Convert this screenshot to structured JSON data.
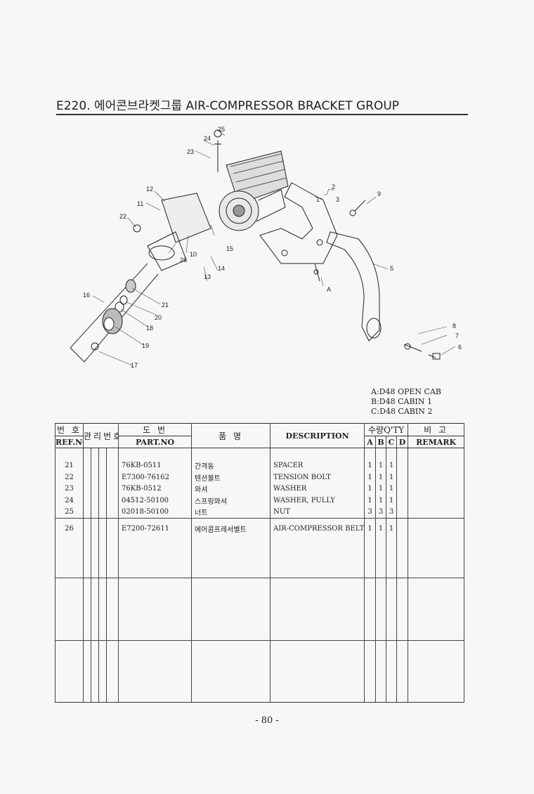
{
  "header": {
    "title": "E220. 에어콘브라켓그룹 AIR-COMPRESSOR BRACKET GROUP"
  },
  "diagram": {
    "callouts": [
      "25",
      "24",
      "23",
      "12",
      "11",
      "22",
      "2",
      "1",
      "3",
      "9",
      "10",
      "26",
      "15",
      "14",
      "13",
      "16",
      "21",
      "20",
      "18",
      "19",
      "17",
      "5",
      "A",
      "8",
      "7",
      "6"
    ]
  },
  "variants": [
    "A:D48 OPEN CAB",
    "B:D48 CABIN 1",
    "C:D48 CABIN 2"
  ],
  "table": {
    "headers": {
      "ref_ko": "번 호",
      "ref_en": "REF.NO",
      "mgmt_ko": "관리번호",
      "part_ko": "도 번",
      "part_en": "PART.NO",
      "name_ko": "품 명",
      "desc_en": "DESCRIPTION",
      "qty_ko": "수량Q'TY",
      "qty_a": "A",
      "qty_b": "B",
      "qty_c": "C",
      "qty_d": "D",
      "remark_ko": "비 고",
      "remark_en": "REMARK"
    },
    "rows": [
      {
        "ref": "21",
        "part": "76KB-0511",
        "name": "간격동",
        "desc": "SPACER",
        "a": "1",
        "b": "1",
        "c": "1"
      },
      {
        "ref": "22",
        "part": "E7300-76162",
        "name": "텐션볼트",
        "desc": "TENSION BOLT",
        "a": "1",
        "b": "1",
        "c": "1"
      },
      {
        "ref": "23",
        "part": "76KB-0512",
        "name": "와셔",
        "desc": "WASHER",
        "a": "1",
        "b": "1",
        "c": "1"
      },
      {
        "ref": "24",
        "part": "04512-50100",
        "name": "스프링와셔",
        "desc": "WASHER, PULLY",
        "a": "1",
        "b": "1",
        "c": "1"
      },
      {
        "ref": "25",
        "part": "02018-50100",
        "name": "너트",
        "desc": "NUT",
        "a": "3",
        "b": "3",
        "c": "3"
      },
      {
        "ref": "26",
        "part": "E7200-72611",
        "name": "에어콤프레서벨트",
        "desc": "AIR-COMPRESSOR BELT",
        "a": "1",
        "b": "1",
        "c": "1"
      }
    ]
  },
  "footer": {
    "page_number": "- 80 -"
  }
}
